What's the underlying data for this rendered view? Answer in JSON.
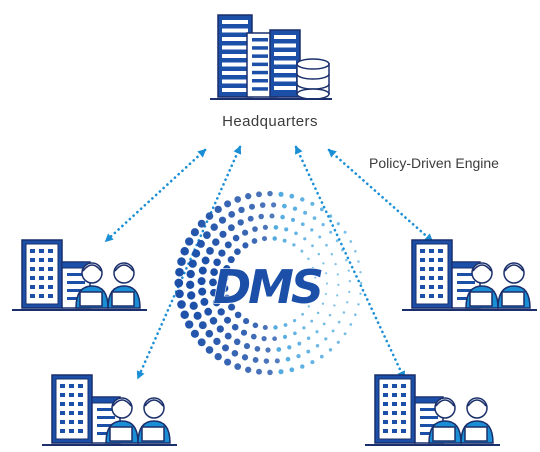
{
  "diagram": {
    "headquarters": {
      "label": "Headquarters",
      "icon": "office-buildings-with-database-icon"
    },
    "engine_label": "Policy-Driven Engine",
    "center_logo": {
      "text": "DMS",
      "icon": "dotted-sphere-icon"
    },
    "branches": [
      {
        "position": "left",
        "icon": "branch-office-with-users-icon"
      },
      {
        "position": "right",
        "icon": "branch-office-with-users-icon"
      },
      {
        "position": "bottom-left",
        "icon": "branch-office-with-users-icon"
      },
      {
        "position": "bottom-right",
        "icon": "branch-office-with-users-icon"
      }
    ],
    "connections": [
      {
        "from": "headquarters",
        "to": "left",
        "style": "dotted",
        "arrows": "both"
      },
      {
        "from": "headquarters",
        "to": "right",
        "style": "dotted",
        "arrows": "both"
      },
      {
        "from": "headquarters",
        "to": "bottom-left",
        "style": "dotted",
        "arrows": "both"
      },
      {
        "from": "headquarters",
        "to": "bottom-right",
        "style": "dotted",
        "arrows": "both"
      }
    ],
    "colors": {
      "primary": "#1b4fa8",
      "accent": "#1a8fd6",
      "dark": "#1a2f6b",
      "light": "#ffffff"
    }
  }
}
